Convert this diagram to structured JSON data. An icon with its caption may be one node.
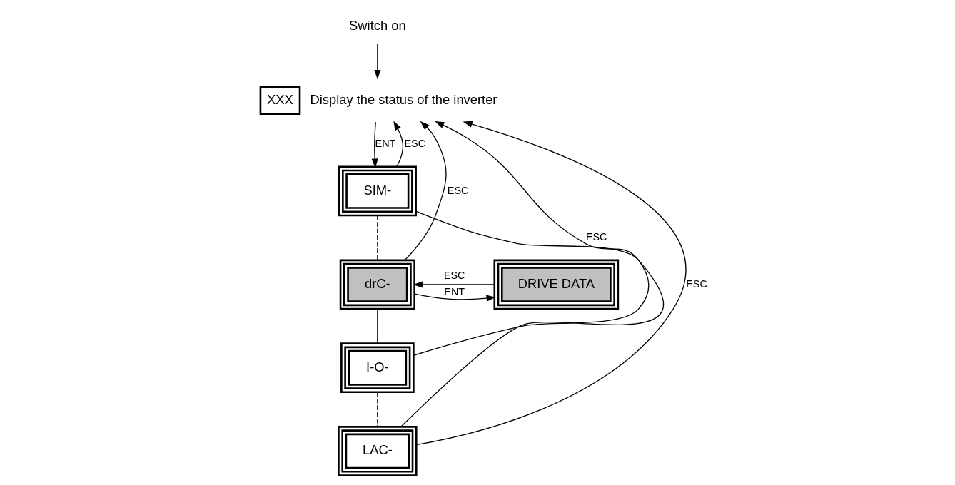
{
  "diagram": {
    "nodes": [
      {
        "text": [
          "Switch on"
        ]
      },
      {
        "text": [
          "XXX"
        ],
        "beside": [
          "Display the status of the inverter"
        ]
      },
      {
        "text": [
          "SIM-"
        ]
      },
      {
        "text": [
          "drC-"
        ]
      },
      {
        "text": [
          "DRIVE DATA"
        ]
      },
      {
        "text": [
          "I-O-"
        ]
      },
      {
        "text": [
          "LAC-"
        ]
      }
    ],
    "edges": [
      {
        "from": 0,
        "to": 1,
        "arrow": "to"
      },
      {
        "from": 1,
        "to": 2,
        "arrow": "to",
        "label": "ENT"
      },
      {
        "from": 2,
        "to": 3,
        "arrow": "none",
        "style": "dashed"
      },
      {
        "from": 3,
        "to": 4,
        "arrow": "to",
        "label": "ENT"
      },
      {
        "from": 4,
        "to": 3,
        "arrow": "to",
        "label": "ESC"
      },
      {
        "from": 3,
        "to": 5,
        "arrow": "none"
      },
      {
        "from": 5,
        "to": 6,
        "arrow": "none",
        "style": "dashed"
      },
      {
        "from": 6,
        "to": 2,
        "arrow": "none"
      },
      {
        "from": 2,
        "to": 1,
        "arrow": "to",
        "label": "ESC"
      },
      {
        "from": 3,
        "to": 1,
        "arrow": "to",
        "label": "ESC"
      },
      {
        "from": 5,
        "to": 1,
        "arrow": "to",
        "label": "ESC"
      },
      {
        "from": 6,
        "to": 1,
        "arrow": "to",
        "label": "ESC"
      }
    ]
  }
}
